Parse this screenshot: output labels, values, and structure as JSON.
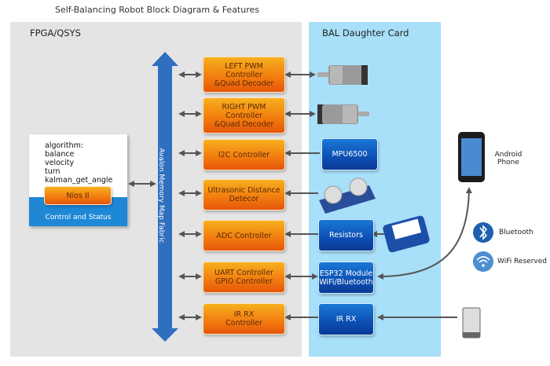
{
  "title": "Self-Balancing Robot Block Diagram & Features",
  "fpga": {
    "label": "FPGA/QSYS",
    "bus_label": "Avalon Memory Map Fabric",
    "cpu": {
      "algorithm_lines": [
        "algorithm:",
        "balance",
        "velocity",
        "turn",
        "kalman_get_angle"
      ],
      "core_label": "Nios II",
      "band_label": "Control and Status"
    },
    "controllers": [
      {
        "lines": [
          "LEFT PWM",
          "Controller",
          "&Quad Decoder"
        ]
      },
      {
        "lines": [
          "RIGHT PWM",
          "Controller",
          "&Quad Decoder"
        ]
      },
      {
        "lines": [
          "I2C Controller"
        ]
      },
      {
        "lines": [
          "Ultrasonic Distance",
          "Detecor"
        ]
      },
      {
        "lines": [
          "ADC Controller"
        ]
      },
      {
        "lines": [
          "UART Controller",
          "GPIO Controller"
        ]
      },
      {
        "lines": [
          "IR RX",
          "Controller"
        ]
      }
    ]
  },
  "daughter_card": {
    "label": "BAL Daughter Card",
    "modules": [
      {
        "name": "MPU6500",
        "lines": [
          "MPU6500"
        ]
      },
      {
        "name": "Resistors",
        "lines": [
          "Resistors"
        ]
      },
      {
        "name": "ESP32",
        "lines": [
          "ESP32 Module",
          "WiFi/Bluetooth"
        ]
      },
      {
        "name": "IR RX",
        "lines": [
          "IR RX"
        ]
      }
    ],
    "devices": [
      "left-motor",
      "right-motor",
      "ultrasonic-sensor",
      "battery-pack"
    ]
  },
  "external": {
    "phone_label_lines": [
      "Android",
      "Phone"
    ],
    "bluetooth_label": "Bluetooth",
    "wifi_label": "WiFi Reserved",
    "remote": "ir-remote"
  },
  "colors": {
    "fpga_bg": "#e4e4e4",
    "card_bg": "#a8dff9",
    "bus_blue": "#2f6fbf",
    "controller_orange": "#f27a0f",
    "module_blue": "#0d4fb3",
    "arrow_gray": "#555555"
  }
}
